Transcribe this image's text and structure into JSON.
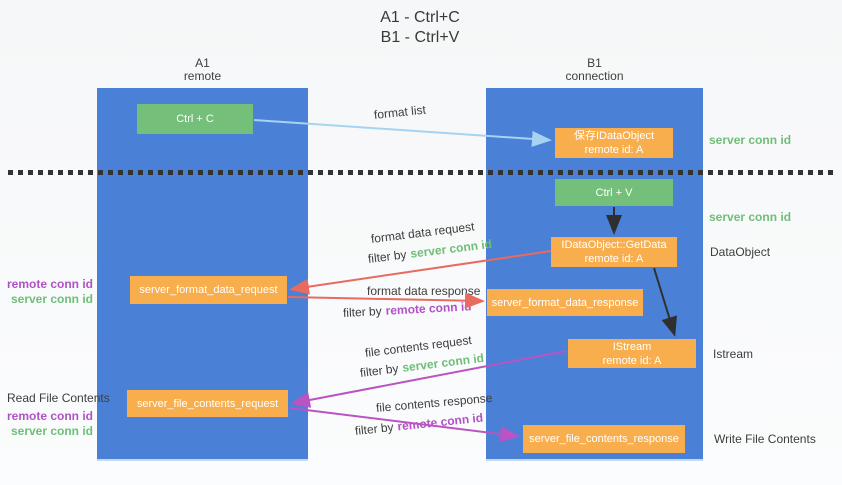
{
  "title": {
    "line1": "A1 - Ctrl+C",
    "line2": "B1 - Ctrl+V"
  },
  "columns": {
    "a": {
      "name": "A1",
      "subtitle": "remote"
    },
    "b": {
      "name": "B1",
      "subtitle": "connection"
    }
  },
  "nodes": {
    "ctrl_c": "Ctrl + C",
    "ctrl_v": "Ctrl + V",
    "save_obj_line1": "保存IDataObject",
    "save_obj_line2": "remote id: A",
    "getdata_line1": "IDataObject::GetData",
    "getdata_line2": "remote id: A",
    "istream_line1": "IStream",
    "istream_line2": "remote id: A",
    "format_request": "server_format_data_request",
    "format_response": "server_format_data_response",
    "file_request": "server_file_contents_request",
    "file_response": "server_file_contents_response"
  },
  "labels": {
    "format_list": "format list",
    "format_data_request": "format data request",
    "format_data_response": "format data response",
    "file_contents_request": "file contents request",
    "file_contents_response": "file contents response",
    "filter_by": "filter by",
    "server_conn_id": "server conn id",
    "remote_conn_id": "remote conn id",
    "dataobject": "DataObject",
    "istream": "Istream",
    "read_file_contents": "Read File Contents",
    "write_file_contents": "Write File Contents"
  },
  "colors": {
    "column_blue": "#4a80d6",
    "box_green": "#74c07a",
    "box_orange": "#f9ae4e",
    "arrow_light_blue": "#a5d3f1",
    "arrow_red": "#e96a5e",
    "arrow_magenta": "#bb53c2",
    "arrow_black": "#2f2f2f",
    "text_green": "#6fbe78",
    "text_purple": "#b052c5",
    "text_dark": "#3d3d3d"
  }
}
